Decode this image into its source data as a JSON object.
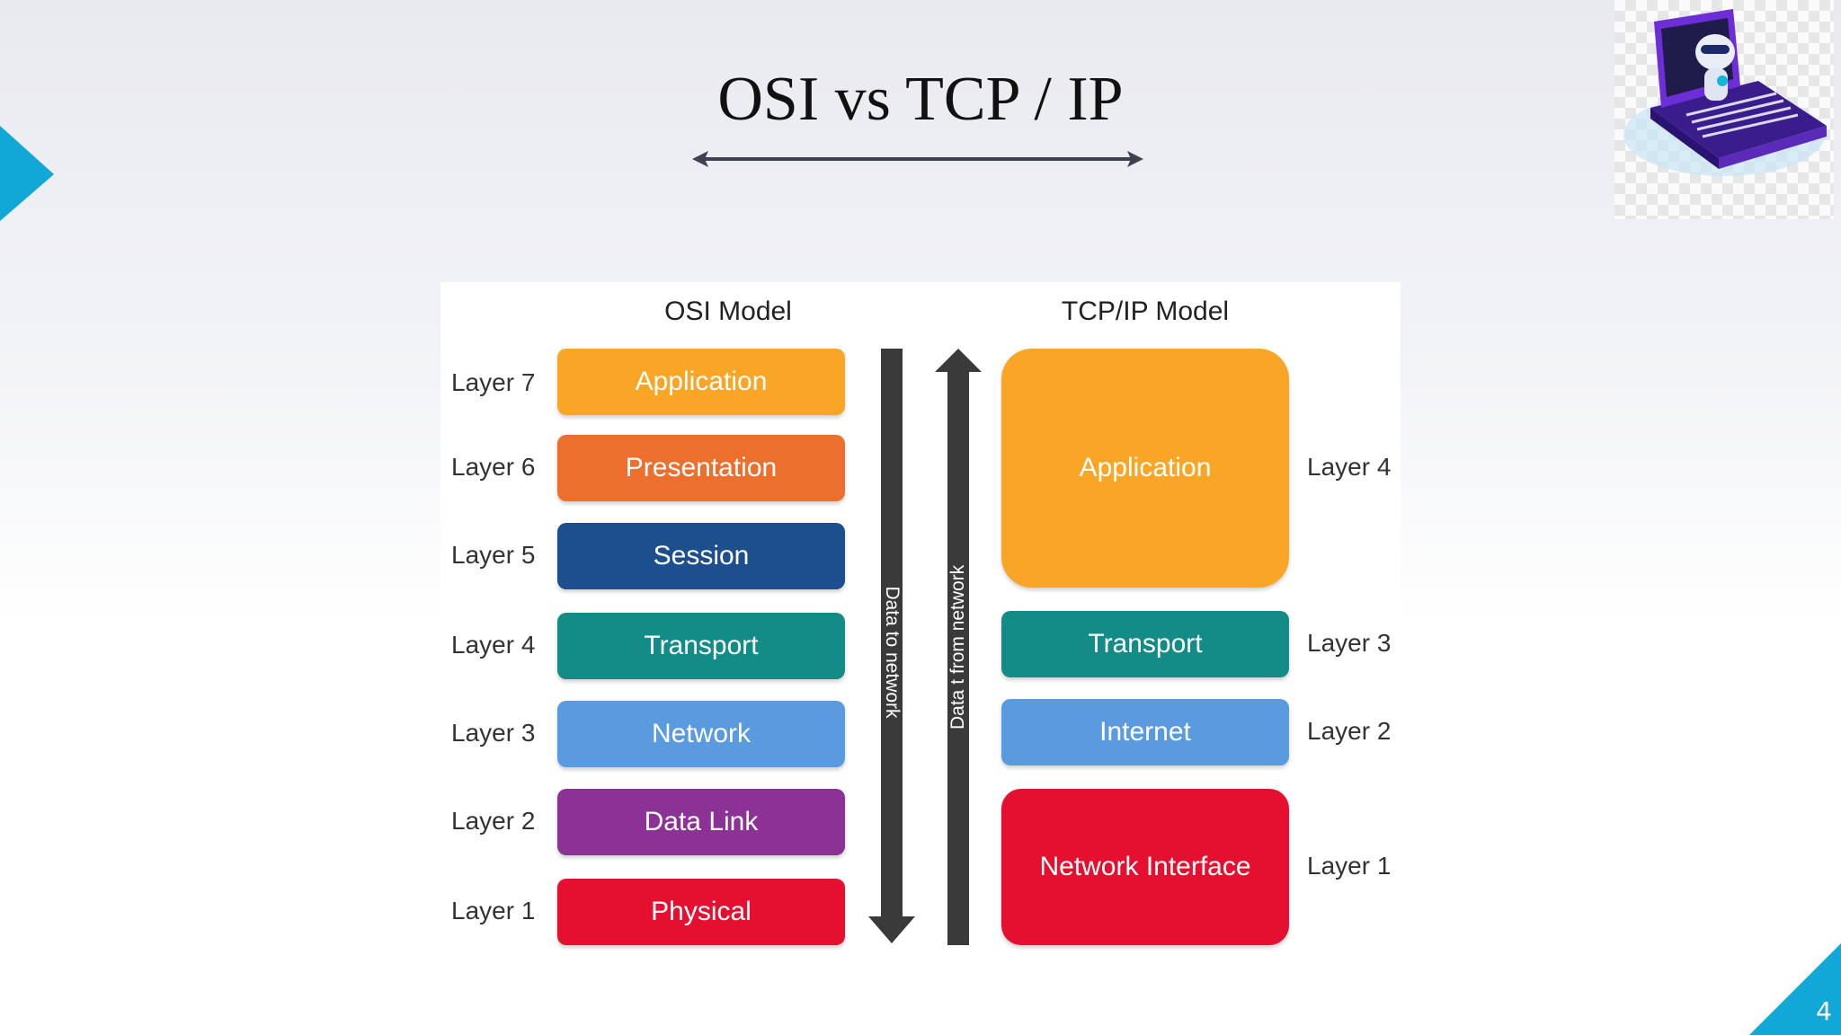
{
  "slide": {
    "title": "OSI vs TCP / IP",
    "page_number": "4",
    "accent_color": "#11a8d8"
  },
  "logo": {
    "icon": "robot-laptop-icon"
  },
  "diagram": {
    "osi": {
      "heading": "OSI Model",
      "layers": [
        {
          "layer": "Layer 7",
          "name": "Application",
          "color": "#f9a526"
        },
        {
          "layer": "Layer 6",
          "name": "Presentation",
          "color": "#ec6f2d"
        },
        {
          "layer": "Layer 5",
          "name": "Session",
          "color": "#1d4f8f"
        },
        {
          "layer": "Layer 4",
          "name": "Transport",
          "color": "#138b86"
        },
        {
          "layer": "Layer 3",
          "name": "Network",
          "color": "#5a9be0"
        },
        {
          "layer": "Layer 2",
          "name": "Data Link",
          "color": "#8c3196"
        },
        {
          "layer": "Layer 1",
          "name": "Physical",
          "color": "#e5102f"
        }
      ]
    },
    "tcpip": {
      "heading": "TCP/IP Model",
      "layers": [
        {
          "layer": "Layer 4",
          "name": "Application",
          "color": "#f9a526"
        },
        {
          "layer": "Layer 3",
          "name": "Transport",
          "color": "#138b86"
        },
        {
          "layer": "Layer 2",
          "name": "Internet",
          "color": "#5a9be0"
        },
        {
          "layer": "Layer 1",
          "name": "Network Interface",
          "color": "#e5102f"
        }
      ]
    },
    "flow": {
      "down_label": "Data to network",
      "up_label": "Data t from network",
      "arrow_color": "#3a3a3a"
    }
  }
}
